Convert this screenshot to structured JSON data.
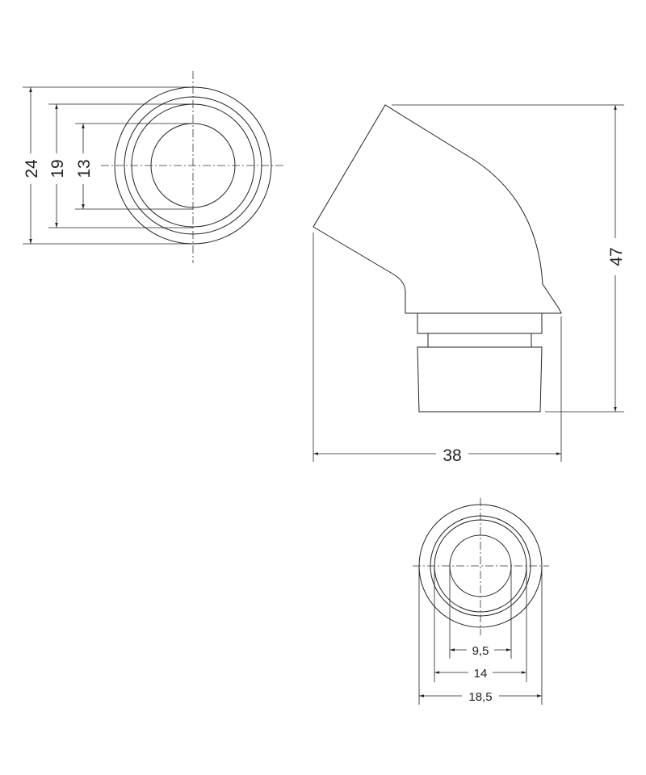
{
  "front_view": {
    "dimensions": [
      {
        "label": "24",
        "value": 24
      },
      {
        "label": "19",
        "value": 19
      },
      {
        "label": "13",
        "value": 13
      }
    ]
  },
  "side_view": {
    "height": {
      "label": "47",
      "value": 47
    },
    "width": {
      "label": "38",
      "value": 38
    }
  },
  "bottom_view": {
    "dimensions": [
      {
        "label": "9,5",
        "value": 9.5
      },
      {
        "label": "14",
        "value": 14
      },
      {
        "label": "18,5",
        "value": 18.5
      }
    ]
  }
}
